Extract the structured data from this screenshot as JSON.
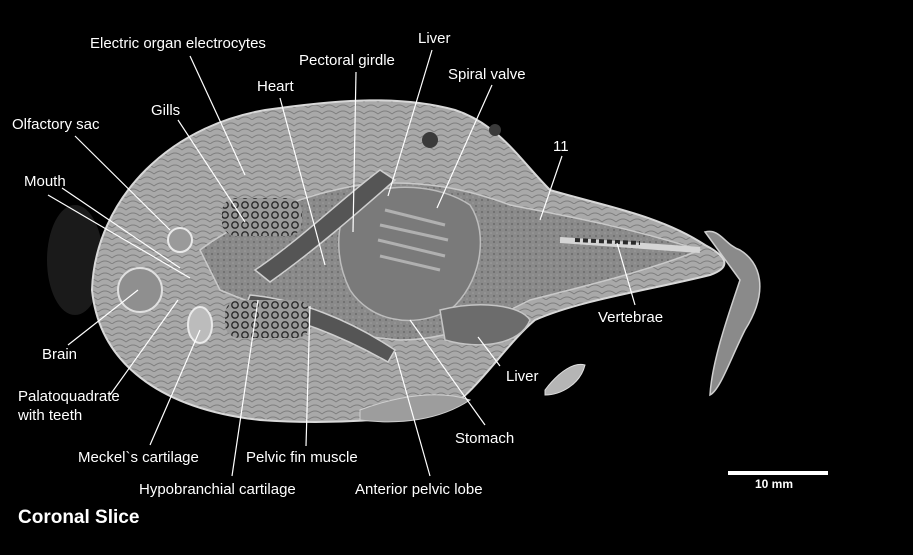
{
  "figure": {
    "title": "Coronal Slice",
    "scale_bar_label": "10 mm",
    "colors": {
      "background": "#000000",
      "label": "#ffffff",
      "leader": "#ffffff"
    },
    "labels": [
      {
        "id": "electric-organ",
        "text": "Electric organ electrocytes"
      },
      {
        "id": "pectoral-girdle",
        "text": "Pectoral girdle"
      },
      {
        "id": "liver-top",
        "text": "Liver"
      },
      {
        "id": "spiral-valve",
        "text": "Spiral valve"
      },
      {
        "id": "heart",
        "text": "Heart"
      },
      {
        "id": "gills",
        "text": "Gills"
      },
      {
        "id": "olfactory-sac",
        "text": "Olfactory sac"
      },
      {
        "id": "eleven",
        "text": "11"
      },
      {
        "id": "mouth",
        "text": "Mouth"
      },
      {
        "id": "vertebrae",
        "text": "Vertebrae"
      },
      {
        "id": "brain",
        "text": "Brain"
      },
      {
        "id": "liver-bottom",
        "text": "Liver"
      },
      {
        "id": "palatoquadrate",
        "text": "Palatoquadrate with teeth"
      },
      {
        "id": "stomach",
        "text": "Stomach"
      },
      {
        "id": "meckels",
        "text": "Meckel`s cartilage"
      },
      {
        "id": "pelvic-fin-muscle",
        "text": "Pelvic fin muscle"
      },
      {
        "id": "hypobranchial",
        "text": "Hypobranchial cartilage"
      },
      {
        "id": "anterior-pelvic-lobe",
        "text": "Anterior pelvic lobe"
      }
    ]
  }
}
